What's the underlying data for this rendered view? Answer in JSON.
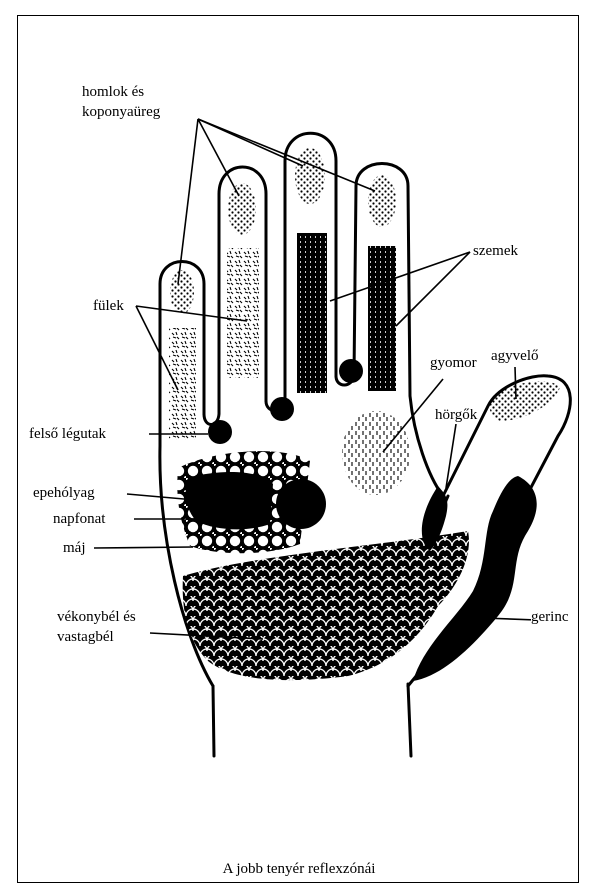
{
  "caption": "A jobb tenyér reflexzónái",
  "labels": {
    "forehead_line1": "homlok és",
    "forehead_line2": "koponyaüreg",
    "eyes": "szemek",
    "ears": "fülek",
    "stomach": "gyomor",
    "brain": "agyvelő",
    "bronchi": "hörgők",
    "upper_airways": "felső légutak",
    "gallbladder": "epehólyag",
    "solar_plexus": "napfonat",
    "liver": "máj",
    "intestines_line1": "vékonybél és",
    "intestines_line2": "vastagbél",
    "spine": "gerinc"
  },
  "colors": {
    "ink": "#000000",
    "paper": "#ffffff"
  }
}
